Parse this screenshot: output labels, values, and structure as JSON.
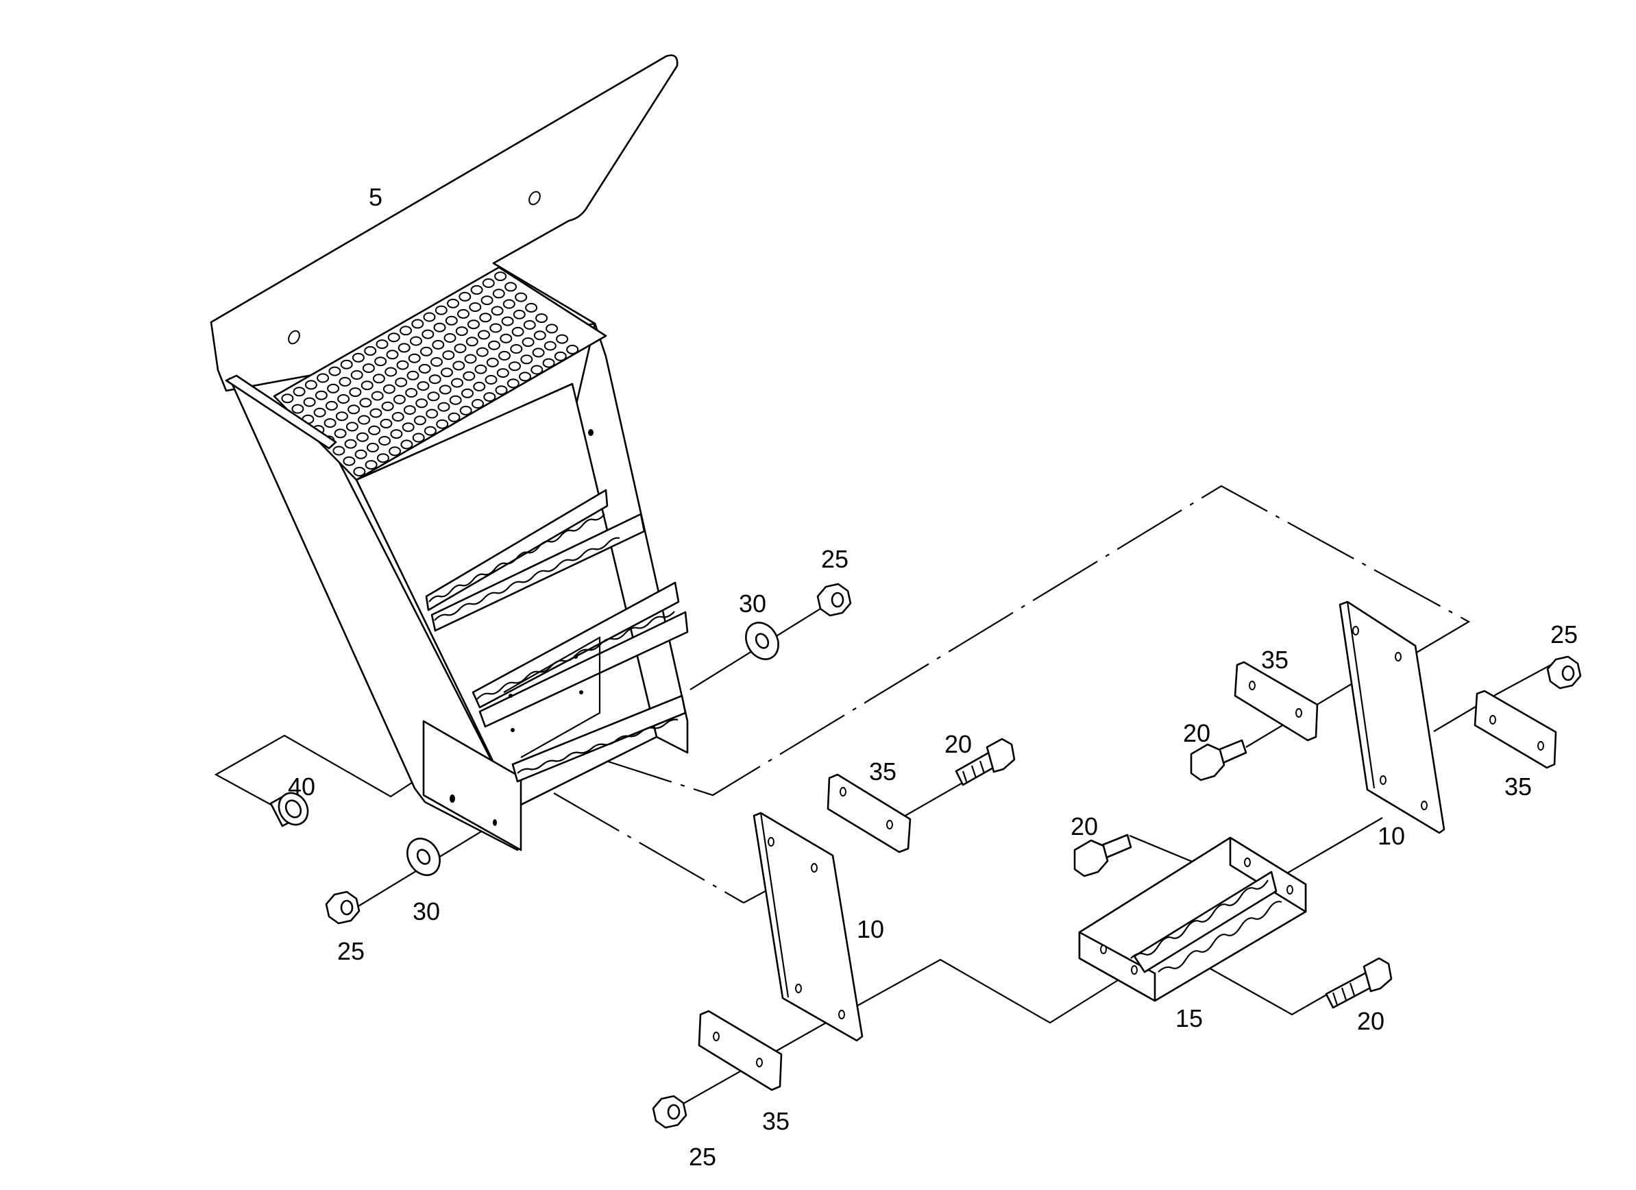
{
  "diagram": {
    "type": "exploded-parts-view",
    "callouts": [
      {
        "id": "5",
        "label": "5"
      },
      {
        "id": "25-top",
        "label": "25"
      },
      {
        "id": "30-top",
        "label": "30"
      },
      {
        "id": "35-a",
        "label": "35"
      },
      {
        "id": "20-a",
        "label": "20"
      },
      {
        "id": "25-right",
        "label": "25"
      },
      {
        "id": "20-b",
        "label": "20"
      },
      {
        "id": "35-b",
        "label": "35"
      },
      {
        "id": "10-right",
        "label": "10"
      },
      {
        "id": "35-c",
        "label": "35"
      },
      {
        "id": "20-c",
        "label": "20"
      },
      {
        "id": "40",
        "label": "40"
      },
      {
        "id": "30-left",
        "label": "30"
      },
      {
        "id": "25-left",
        "label": "25"
      },
      {
        "id": "10-left",
        "label": "10"
      },
      {
        "id": "15",
        "label": "15"
      },
      {
        "id": "20-d",
        "label": "20"
      },
      {
        "id": "35-d",
        "label": "35"
      },
      {
        "id": "25-bottom",
        "label": "25"
      }
    ]
  }
}
